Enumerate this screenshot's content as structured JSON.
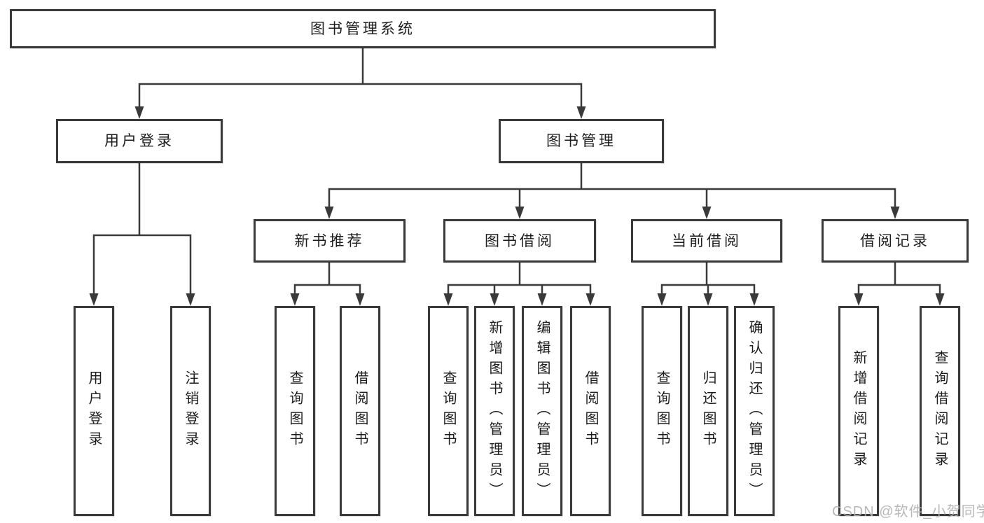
{
  "diagram": {
    "title": "图书管理系统",
    "watermark": "CSDN @软件_小贺同学",
    "colors": {
      "line": "#3a3a3a",
      "box_border": "#3a3a3a",
      "box_fill": "#ffffff",
      "text": "#1c1c1c",
      "watermark": "#b2b2b2"
    },
    "nodes": {
      "user_login": {
        "label": "用户登录",
        "children": [
          {
            "label": "用户登录"
          },
          {
            "label": "注销登录"
          }
        ]
      },
      "book_mgmt": {
        "label": "图书管理",
        "groups": [
          {
            "label": "新书推荐",
            "children": [
              {
                "label": "查询图书"
              },
              {
                "label": "借阅图书"
              }
            ]
          },
          {
            "label": "图书借阅",
            "children": [
              {
                "label": "查询图书"
              },
              {
                "label": "新增图书（管理员）"
              },
              {
                "label": "编辑图书（管理员）"
              },
              {
                "label": "借阅图书"
              }
            ]
          },
          {
            "label": "当前借阅",
            "children": [
              {
                "label": "查询图书"
              },
              {
                "label": "归还图书"
              },
              {
                "label": "确认归还（管理员）"
              }
            ]
          },
          {
            "label": "借阅记录",
            "children": [
              {
                "label": "新增借阅记录"
              },
              {
                "label": "查询借阅记录"
              }
            ]
          }
        ]
      }
    }
  }
}
